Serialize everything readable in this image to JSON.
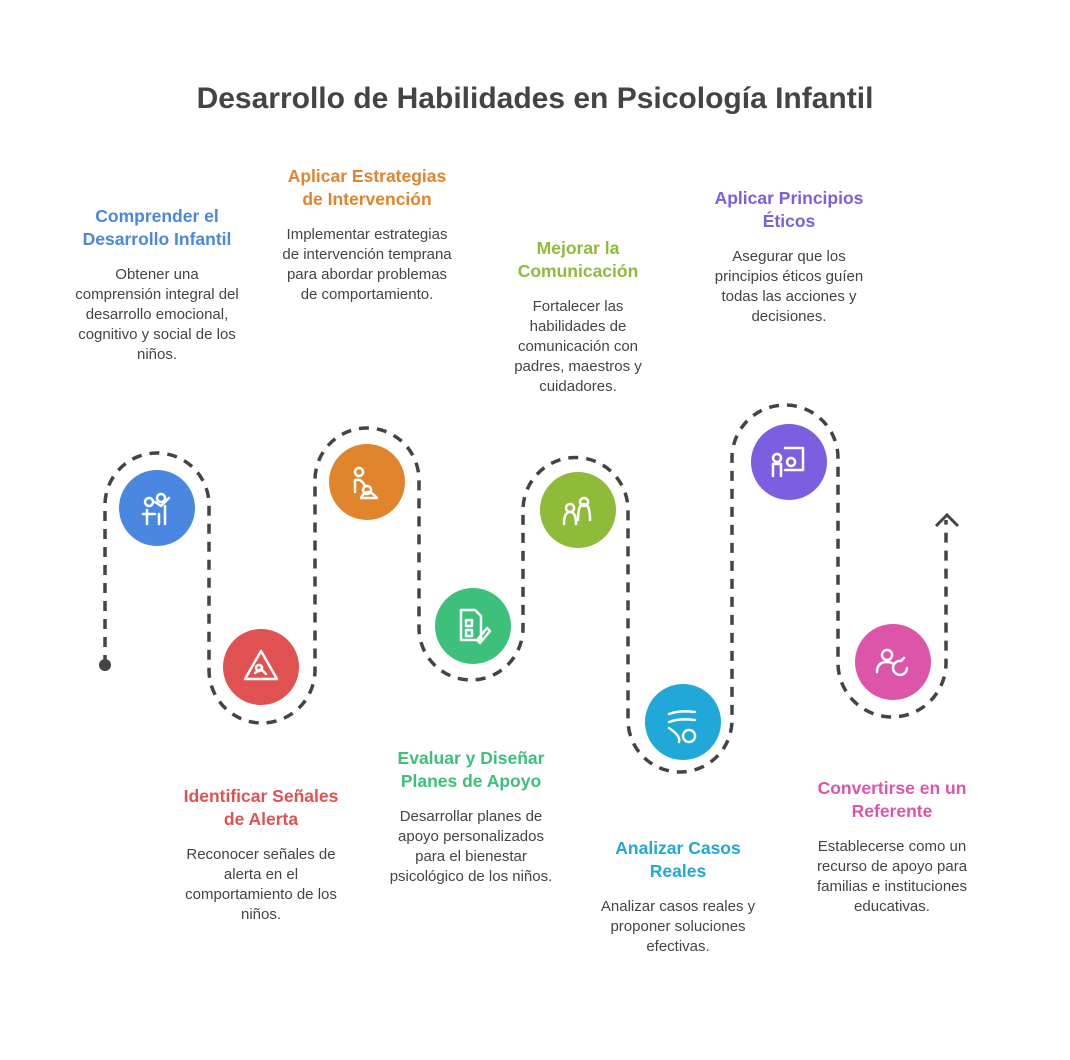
{
  "title": "Desarrollo de Habilidades en Psicología Infantil",
  "steps": [
    {
      "title": "Comprender el Desarrollo Infantil",
      "text": "Obtener una comprensión integral del desarrollo emocional, cognitivo y social de los niños.",
      "color": "#4a87e0",
      "icon": "children-playing-icon"
    },
    {
      "title": "Identificar Señales de Alerta",
      "text": "Reconocer señales de alerta en el comportamiento de los niños.",
      "color": "#e05252",
      "icon": "warning-sign-icon"
    },
    {
      "title": "Aplicar Estrategias de Intervención",
      "text": "Implementar estrategias de intervención temprana para abordar problemas de comportamiento.",
      "color": "#e0842e",
      "icon": "caregiver-child-icon"
    },
    {
      "title": "Evaluar y Diseñar Planes de Apoyo",
      "text": "Desarrollar planes de apoyo personalizados para el bienestar psicológico de los niños.",
      "color": "#3cc07a",
      "icon": "plan-document-icon"
    },
    {
      "title": "Mejorar la Comunicación",
      "text": "Fortalecer las habilidades de comunicación con padres, maestros y cuidadores.",
      "color": "#8fbb3a",
      "icon": "people-talking-icon"
    },
    {
      "title": "Analizar Casos Reales",
      "text": "Analizar casos reales y proponer soluciones efectivas.",
      "color": "#1fa8d8",
      "icon": "analysis-icon"
    },
    {
      "title": "Aplicar Principios Éticos",
      "text": "Asegurar que los principios éticos guíen todas las acciones y decisiones.",
      "color": "#7b5fe0",
      "icon": "presenter-board-icon"
    },
    {
      "title": "Convertirse en un Referente",
      "text": "Establecerse como un recurso de apoyo para familias e instituciones educativas.",
      "color": "#dc55a8",
      "icon": "person-refresh-icon"
    }
  ]
}
